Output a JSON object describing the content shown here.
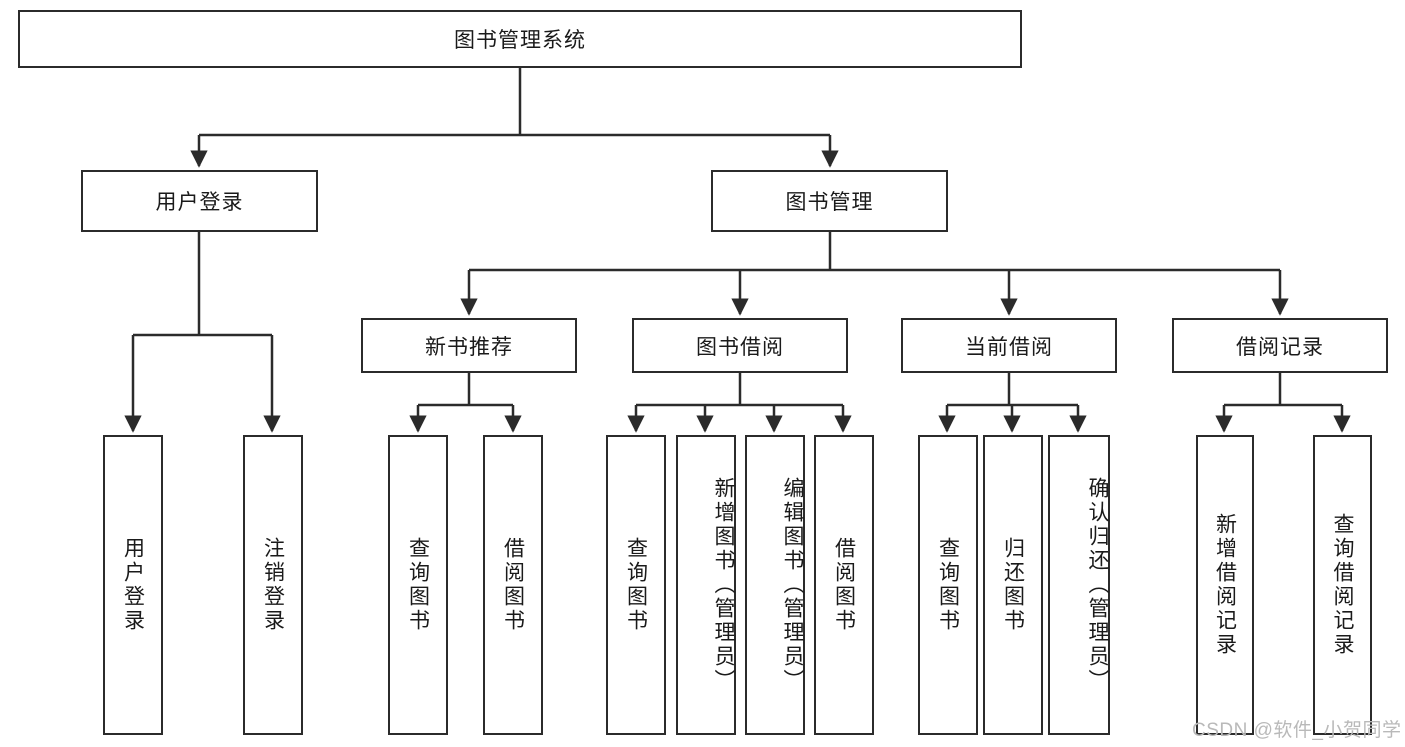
{
  "diagram": {
    "type": "hierarchy-tree",
    "title": "图书管理系统",
    "levels": 4,
    "colors": {
      "stroke": "#2b2b2b",
      "fill": "#ffffff",
      "text": "#1a1a1a",
      "watermark": "#b9b9b9"
    },
    "nodes": {
      "root": {
        "label": "图书管理系统"
      },
      "level2": [
        {
          "label": "用户登录"
        },
        {
          "label": "图书管理"
        }
      ],
      "level3": [
        {
          "label": "新书推荐"
        },
        {
          "label": "图书借阅"
        },
        {
          "label": "当前借阅"
        },
        {
          "label": "借阅记录"
        }
      ],
      "leaves_user_login": [
        {
          "label": "用户登录"
        },
        {
          "label": "注销登录"
        }
      ],
      "leaves_new_book": [
        {
          "label": "查询图书"
        },
        {
          "label": "借阅图书"
        }
      ],
      "leaves_borrow": [
        {
          "label": "查询图书"
        },
        {
          "label": "新增图书（管理员）"
        },
        {
          "label": "编辑图书（管理员）"
        },
        {
          "label": "借阅图书"
        }
      ],
      "leaves_current": [
        {
          "label": "查询图书"
        },
        {
          "label": "归还图书"
        },
        {
          "label": "确认归还（管理员）"
        }
      ],
      "leaves_records": [
        {
          "label": "新增借阅记录"
        },
        {
          "label": "查询借阅记录"
        }
      ]
    },
    "watermark": "CSDN @软件_小贺同学"
  }
}
